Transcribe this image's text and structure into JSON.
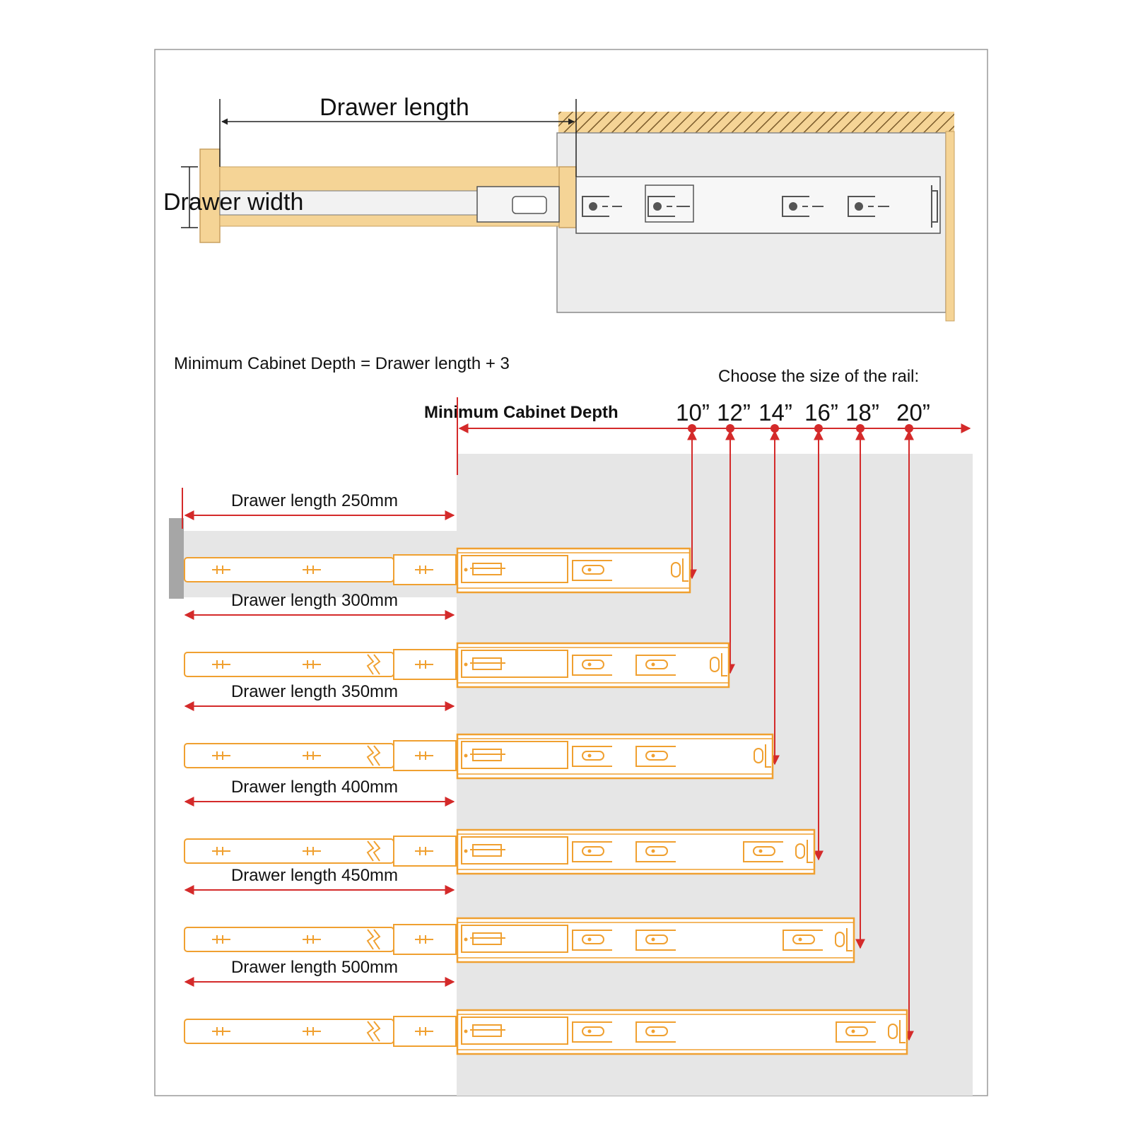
{
  "top_diagram": {
    "drawer_length_label": "Drawer length",
    "drawer_width_label": "Drawer width"
  },
  "formula_text": "Minimum Cabinet Depth = Drawer length + 3",
  "choose_size_text": "Choose the size of the rail:",
  "min_depth_label": "Minimum Cabinet Depth",
  "sizes": [
    "10”",
    "12”",
    "14”",
    "16”",
    "18”",
    "20”"
  ],
  "rails": [
    {
      "label": "Drawer length 250mm",
      "length_mm": 250,
      "size": "10”"
    },
    {
      "label": "Drawer length 300mm",
      "length_mm": 300,
      "size": "12”"
    },
    {
      "label": "Drawer length 350mm",
      "length_mm": 350,
      "size": "14”"
    },
    {
      "label": "Drawer length 400mm",
      "length_mm": 400,
      "size": "16”"
    },
    {
      "label": "Drawer length 450mm",
      "length_mm": 450,
      "size": "18”"
    },
    {
      "label": "Drawer length 500mm",
      "length_mm": 500,
      "size": "20”"
    }
  ],
  "colors": {
    "rail": "#f0a030",
    "arrow": "#d42a2a",
    "wood": "#f5d496",
    "cabinet": "#e6e6e6"
  }
}
